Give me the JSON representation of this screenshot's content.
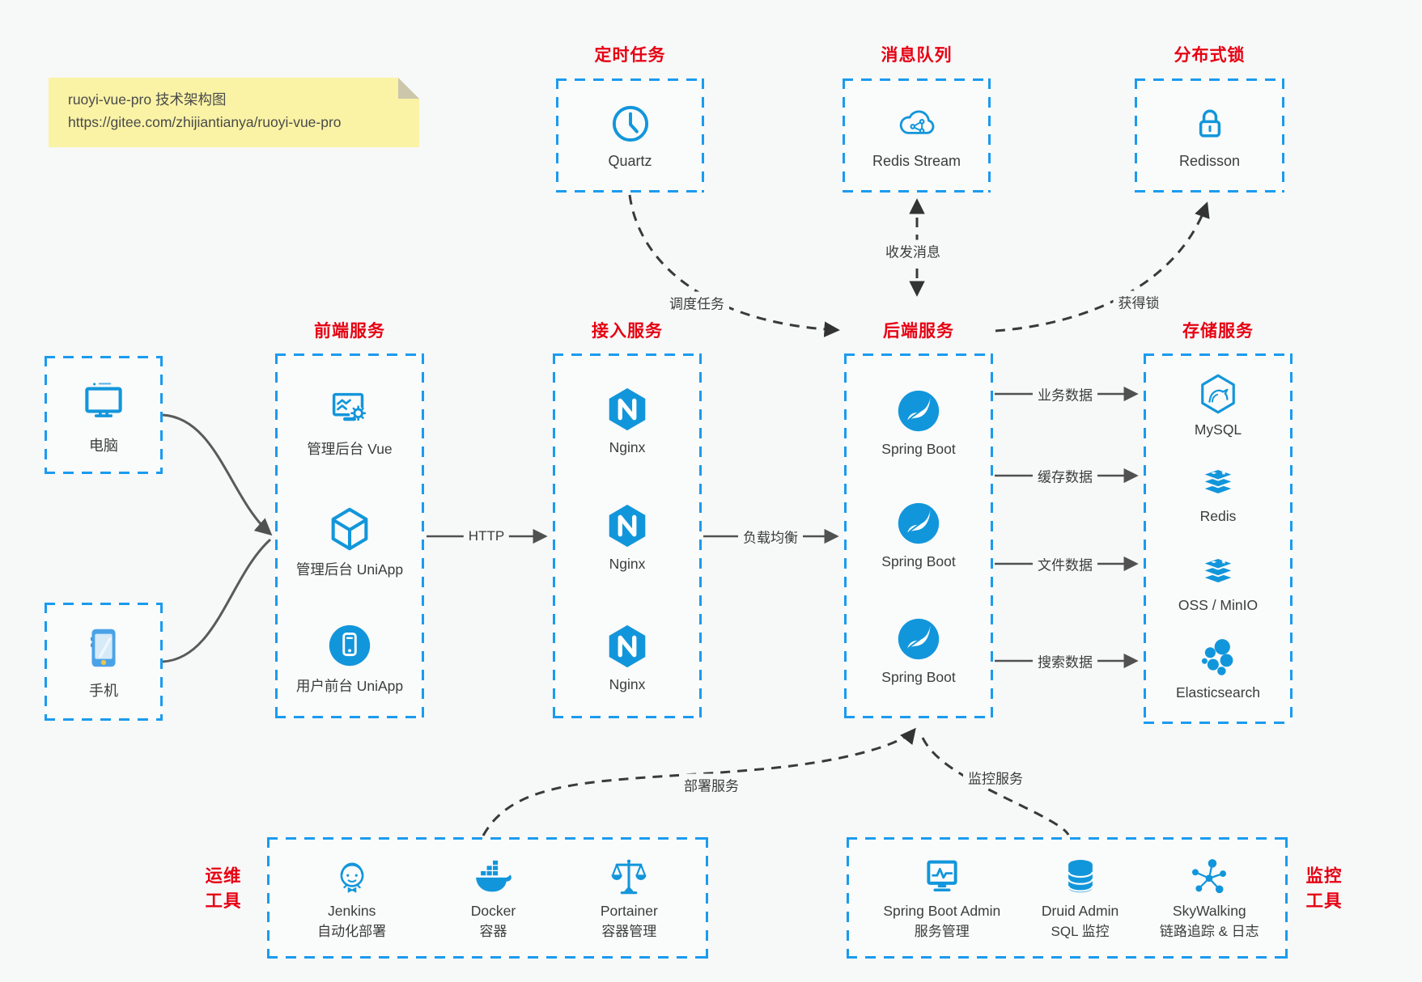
{
  "colors": {
    "accent_blue": "#1296db",
    "dashed_border_blue": "#1a9bef",
    "title_red": "#e60012",
    "note_bg": "#faf3a5",
    "canvas_bg": "#f7f8f8",
    "arrow_gray": "#515151"
  },
  "note": {
    "title": "ruoyi-vue-pro 技术架构图",
    "url": "https://gitee.com/zhijiantianya/ruoyi-vue-pro"
  },
  "top_groups": [
    {
      "title": "定时任务",
      "item": {
        "label": "Quartz",
        "icon": "clock-icon"
      }
    },
    {
      "title": "消息队列",
      "item": {
        "label": "Redis Stream",
        "icon": "cloud-share-icon"
      }
    },
    {
      "title": "分布式锁",
      "item": {
        "label": "Redisson",
        "icon": "lock-icon"
      }
    }
  ],
  "clients": [
    {
      "label": "电脑",
      "icon": "desktop-icon"
    },
    {
      "label": "手机",
      "icon": "smartphone-icon"
    }
  ],
  "service_columns": [
    {
      "title": "前端服务",
      "items": [
        {
          "label": "管理后台 Vue",
          "icon": "admin-vue-icon"
        },
        {
          "label": "管理后台 UniApp",
          "icon": "uniapp-cube-icon"
        },
        {
          "label": "用户前台 UniApp",
          "icon": "user-uniapp-icon"
        }
      ]
    },
    {
      "title": "接入服务",
      "items": [
        {
          "label": "Nginx",
          "icon": "nginx-icon"
        },
        {
          "label": "Nginx",
          "icon": "nginx-icon"
        },
        {
          "label": "Nginx",
          "icon": "nginx-icon"
        }
      ]
    },
    {
      "title": "后端服务",
      "items": [
        {
          "label": "Spring Boot",
          "icon": "spring-boot-icon"
        },
        {
          "label": "Spring Boot",
          "icon": "spring-boot-icon"
        },
        {
          "label": "Spring Boot",
          "icon": "spring-boot-icon"
        }
      ]
    },
    {
      "title": "存储服务",
      "items": [
        {
          "label": "MySQL",
          "icon": "mysql-icon"
        },
        {
          "label": "Redis",
          "icon": "redis-icon"
        },
        {
          "label": "OSS / MinIO",
          "icon": "oss-minio-icon"
        },
        {
          "label": "Elasticsearch",
          "icon": "elasticsearch-icon"
        }
      ]
    }
  ],
  "edges": {
    "http": "HTTP",
    "load_balance": "负载均衡",
    "business_data": "业务数据",
    "cache_data": "缓存数据",
    "file_data": "文件数据",
    "search_data": "搜索数据",
    "schedule_task": "调度任务",
    "send_receive_message": "收发消息",
    "acquire_lock": "获得锁",
    "deploy_service": "部署服务",
    "monitor_service": "监控服务"
  },
  "bottom_groups": [
    {
      "title": "运维工具",
      "title_lines": [
        "运维",
        "工具"
      ],
      "items": [
        {
          "name": "Jenkins",
          "desc": "自动化部署",
          "icon": "jenkins-icon"
        },
        {
          "name": "Docker",
          "desc": "容器",
          "icon": "docker-icon"
        },
        {
          "name": "Portainer",
          "desc": "容器管理",
          "icon": "portainer-icon"
        }
      ]
    },
    {
      "title": "监控工具",
      "title_lines": [
        "监控",
        "工具"
      ],
      "items": [
        {
          "name": "Spring Boot Admin",
          "desc": "服务管理",
          "icon": "spring-boot-admin-icon"
        },
        {
          "name": "Druid Admin",
          "desc": "SQL 监控",
          "icon": "druid-icon"
        },
        {
          "name": "SkyWalking",
          "desc": "链路追踪 & 日志",
          "icon": "skywalking-icon"
        }
      ]
    }
  ]
}
